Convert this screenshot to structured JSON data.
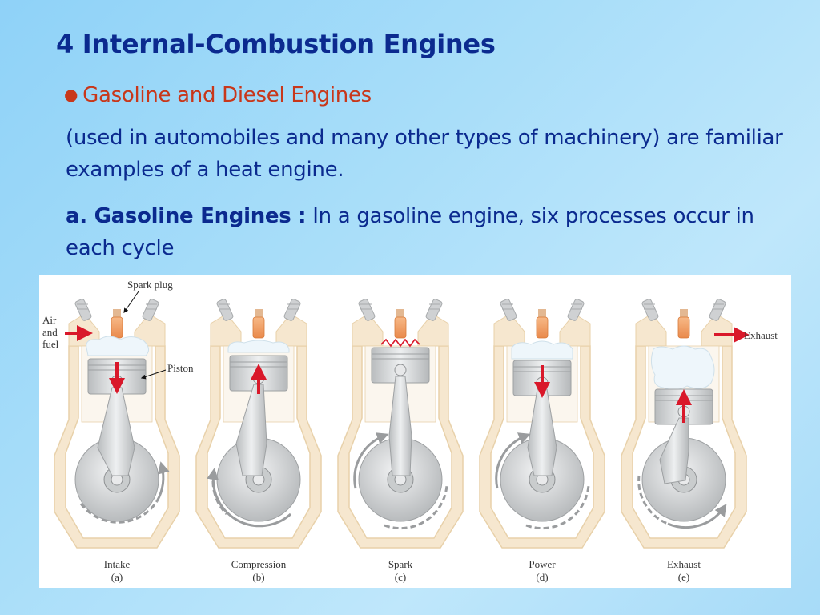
{
  "slide": {
    "title": "4 Internal-Combustion Engines",
    "bullet": "Gasoline and Diesel Engines",
    "paragraph1": "(used in automobiles and many other types of machinery) are familiar examples of a heat engine.",
    "paragraph2_bold": "a. Gasoline Engines :",
    "paragraph2_text": " In a gasoline engine, six processes occur in each cycle"
  },
  "figure": {
    "labels": {
      "spark_plug": "Spark plug",
      "air": "Air",
      "and": "and",
      "fuel": "fuel",
      "piston": "Piston",
      "exhaust": "Exhaust"
    },
    "stages": [
      {
        "name": "Intake",
        "letter": "(a)"
      },
      {
        "name": "Compression",
        "letter": "(b)"
      },
      {
        "name": "Spark",
        "letter": "(c)"
      },
      {
        "name": "Power",
        "letter": "(d)"
      },
      {
        "name": "Exhaust",
        "letter": "(e)"
      }
    ]
  },
  "colors": {
    "title": "#0b2a8f",
    "bullet": "#c8371a",
    "body_text": "#0b2a8f",
    "arrow": "#d9182a",
    "engine_block": "#f6e7cf",
    "metal": "#d9dbdc"
  }
}
